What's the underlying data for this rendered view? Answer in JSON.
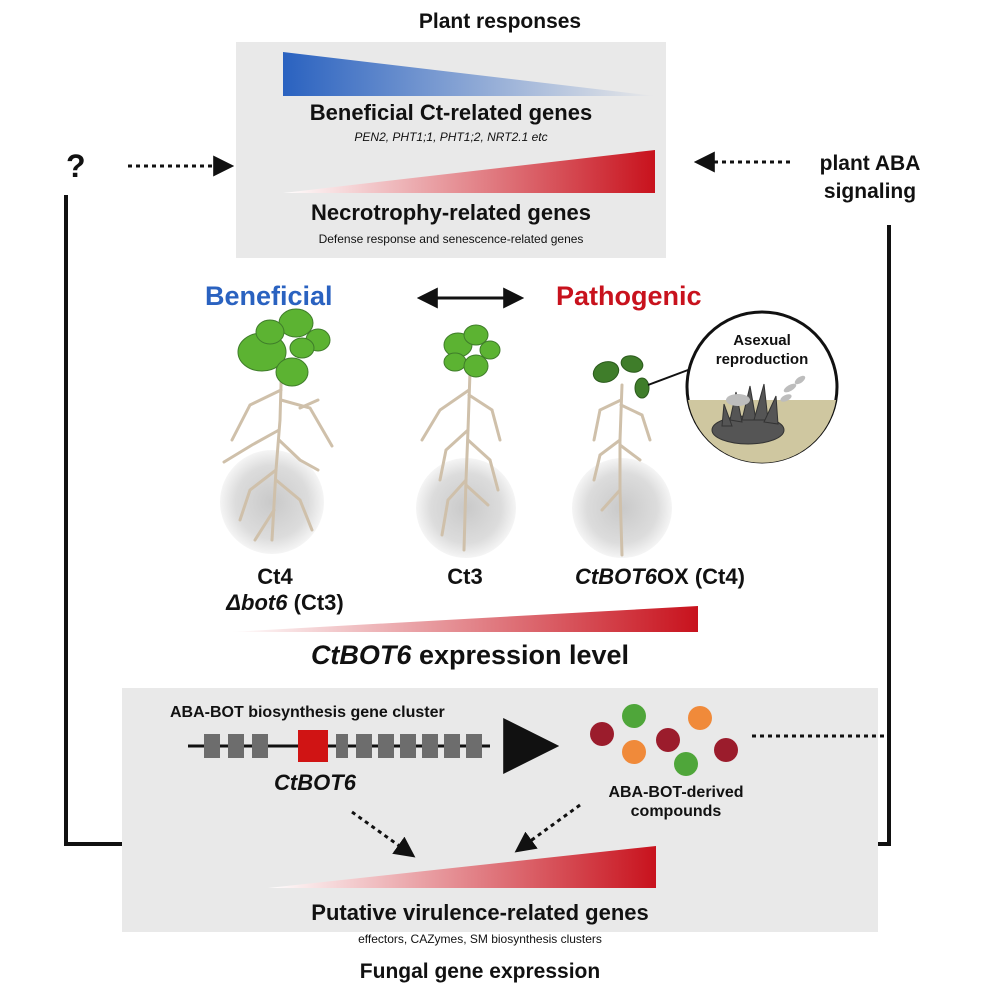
{
  "plant_responses": {
    "title": "Plant responses",
    "beneficial_title": "Beneficial Ct-related genes",
    "beneficial_genes": "PEN2, PHT1;1, PHT1;2, NRT2.1 etc",
    "necrotrophy_title": "Necrotrophy-related genes",
    "necrotrophy_desc": "Defense response and senescence-related genes"
  },
  "left_input": "?",
  "right_input": {
    "line1": "plant ABA",
    "line2": "signaling"
  },
  "spectrum": {
    "beneficial": "Beneficial",
    "pathogenic": "Pathogenic"
  },
  "inset": {
    "line1": "Asexual",
    "line2": "reproduction"
  },
  "strains": {
    "left_line1": "Ct4",
    "left_line2_gene": "Δbot6",
    "left_line2_rest": " (Ct3)",
    "middle": "Ct3",
    "right_gene": "CtBOT6",
    "right_rest": "OX (Ct4)"
  },
  "expression": {
    "gene": "CtBOT6",
    "rest": " expression level"
  },
  "fungal": {
    "cluster_label": "ABA-BOT biosynthesis gene cluster",
    "gene_label": "CtBOT6",
    "compounds_line1": "ABA-BOT-derived",
    "compounds_line2": "compounds",
    "virulence_title": "Putative virulence-related genes",
    "virulence_desc": "effectors, CAZymes, SM biosynthesis clusters",
    "footer": "Fungal gene expression"
  },
  "colors": {
    "blue": "#2a62c0",
    "red": "#c8121d",
    "panel": "#e9e9e9",
    "leaf": "#5cb332",
    "leaf_dark": "#3f7d2a",
    "root": "#cfc0aa",
    "gene_box": "#6d6d6d",
    "gene_highlight": "#d01414",
    "dot_darkred": "#9b1c2c",
    "dot_green": "#4fa63a",
    "dot_orange": "#f08a3a"
  }
}
